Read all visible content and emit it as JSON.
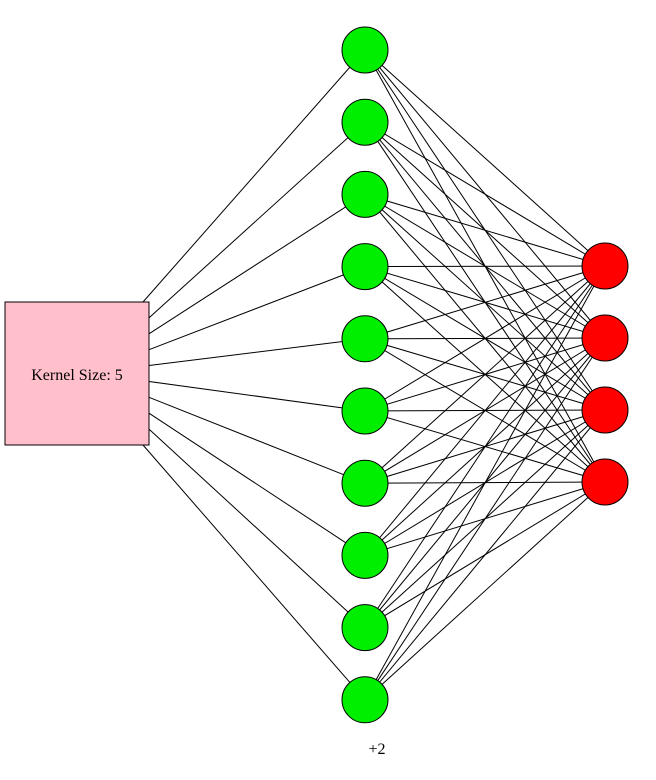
{
  "kernel_box": {
    "label": "Kernel Size: 5",
    "fill": "#ffc0cb",
    "stroke": "#000000"
  },
  "hidden_layer": {
    "count": 10,
    "fill": "#00ee00",
    "stroke": "#000000"
  },
  "output_layer": {
    "count": 4,
    "fill": "#ff0000",
    "stroke": "#000000"
  },
  "more_label": "+2",
  "edge_color": "#000000"
}
